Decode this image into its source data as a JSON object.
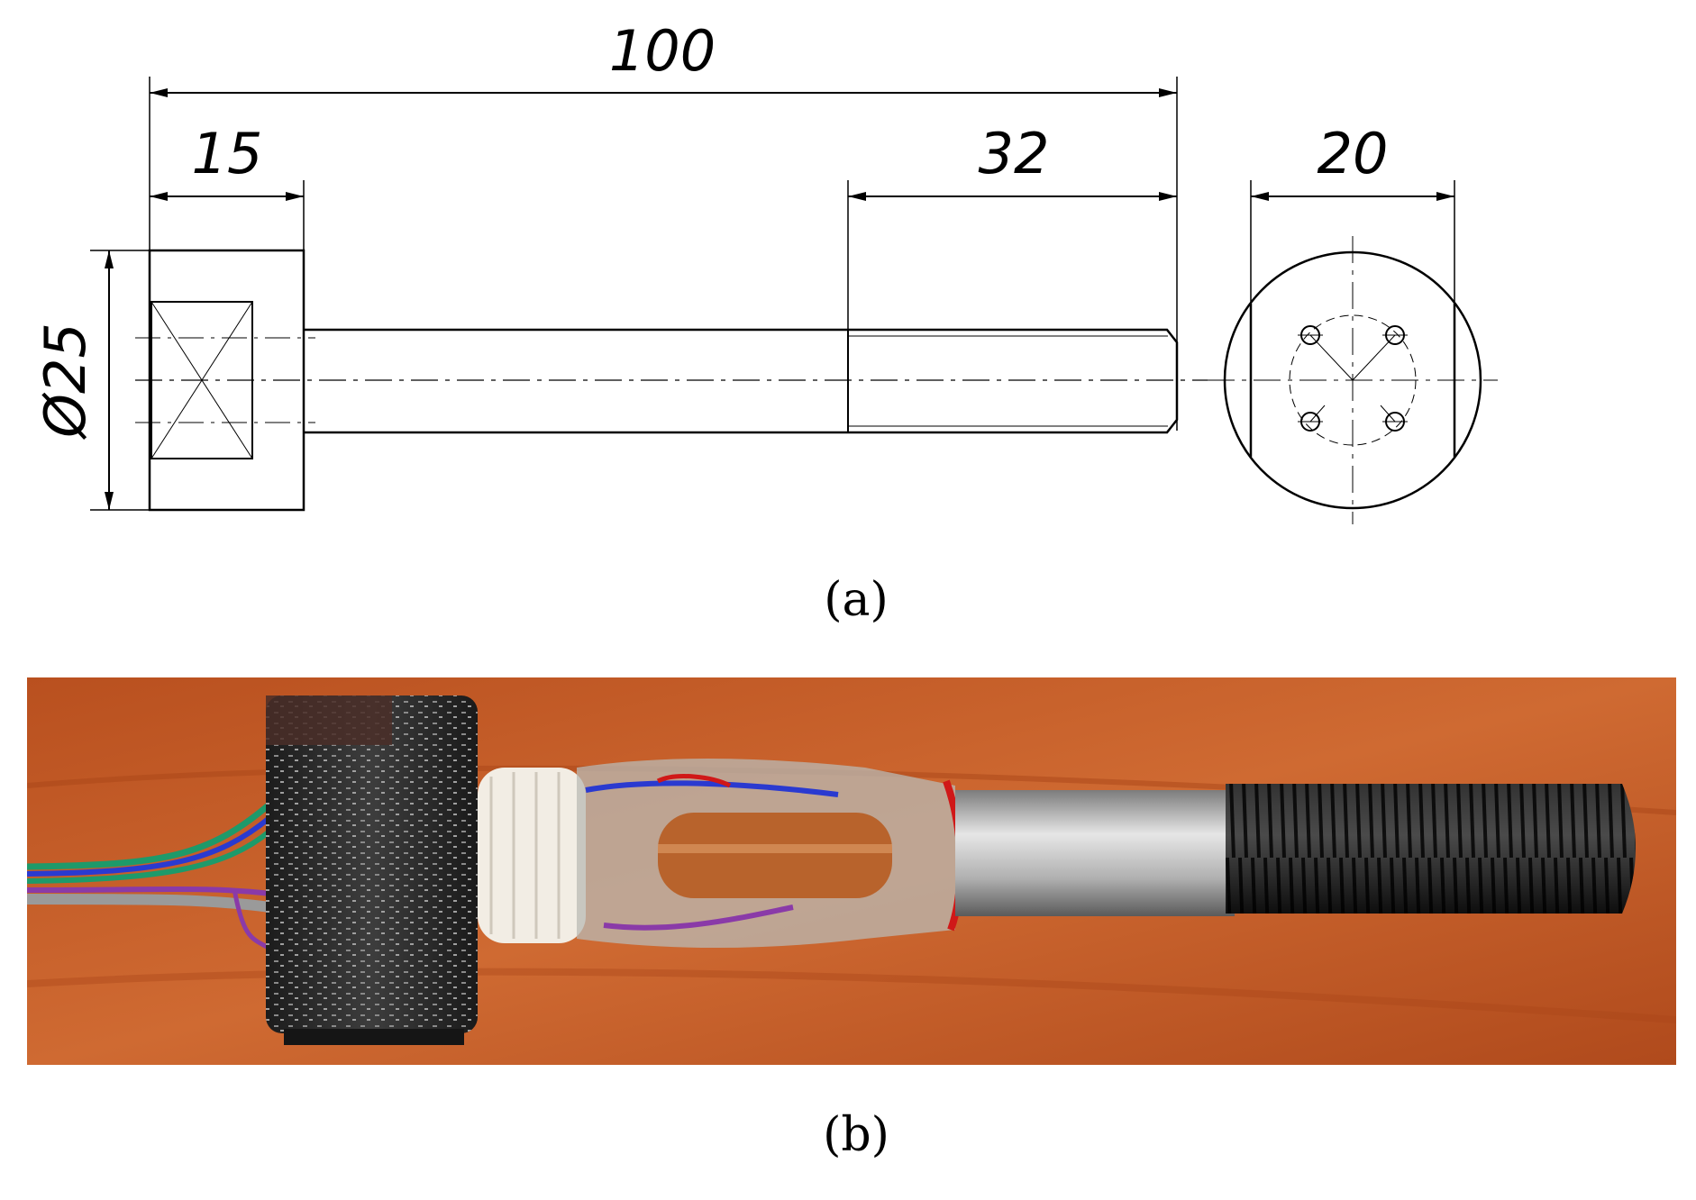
{
  "panel_a": {
    "dimensions": {
      "overall_length": "100",
      "head_length": "15",
      "thread_length": "32",
      "end_view_width": "20",
      "head_diameter": "Ø25"
    },
    "caption": "(a)"
  },
  "panel_b": {
    "caption": "(b)"
  },
  "colors": {
    "line": "#000000",
    "background": "#ffffff",
    "wood_surface": "#c8602a",
    "bolt_head": "#2b2b2b",
    "thread": "#1c1c1c",
    "shaft_metal": "#b8b8b8",
    "wire_green": "#1e9a6a",
    "wire_blue": "#2a3ad0",
    "wire_purple": "#8a3aa8",
    "wire_gray": "#9a9a9a",
    "copper_coil": "#b8632c",
    "red_band": "#d01818",
    "white_thread": "#f2ede4"
  }
}
